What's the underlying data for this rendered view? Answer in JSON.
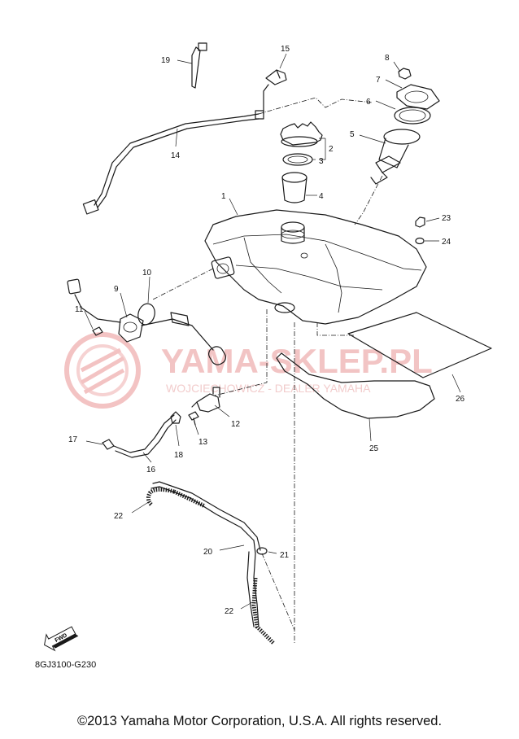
{
  "watermark": {
    "title": "YAMA-SKLEP.PL",
    "subtitle": "WOJCIECHOWICZ - DEALER YAMAHA",
    "logo_icon": "yamaha-tuning-fork-logo-icon"
  },
  "fwd_label": "FWD",
  "diagram_code": "8GJ3100-G230",
  "copyright": "©2013 Yamaha Motor Corporation, U.S.A. All rights reserved.",
  "callouts": {
    "p1": "1",
    "p2": "2",
    "p3": "3",
    "p4": "4",
    "p5": "5",
    "p6": "6",
    "p7": "7",
    "p8": "8",
    "p9": "9",
    "p10": "10",
    "p11": "11",
    "p12": "12",
    "p13": "13",
    "p14": "14",
    "p15": "15",
    "p16": "16",
    "p17": "17",
    "p18": "18",
    "p19": "19",
    "p20": "20",
    "p21": "21",
    "p22a": "22",
    "p22b": "22",
    "p23": "23",
    "p24": "24",
    "p25": "25",
    "p26": "26"
  }
}
